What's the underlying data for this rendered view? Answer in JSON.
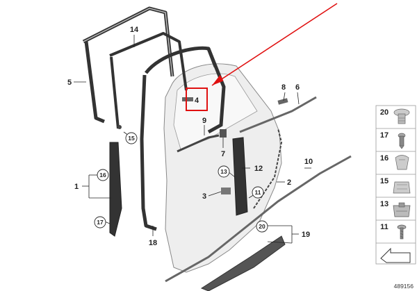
{
  "callouts": {
    "c4": "4",
    "c5": "5",
    "c14": "14",
    "c8": "8",
    "c6": "6",
    "c9": "9",
    "c7": "7",
    "c12": "12",
    "c10": "10",
    "c2": "2",
    "c3": "3",
    "c1": "1",
    "c18": "18",
    "c19": "19"
  },
  "circled": {
    "c15": "15",
    "c16": "16",
    "c13": "13",
    "c11": "11",
    "c17": "17",
    "c20": "20"
  },
  "legend": {
    "items": [
      {
        "number": "20",
        "icon": "plug-clip-icon"
      },
      {
        "number": "17",
        "icon": "expanding-rivet-icon"
      },
      {
        "number": "16",
        "icon": "spreading-nut-icon"
      },
      {
        "number": "15",
        "icon": "clip-nut-icon"
      },
      {
        "number": "13",
        "icon": "bracket-nut-icon"
      },
      {
        "number": "11",
        "icon": "screw-icon"
      }
    ],
    "direction_icon": "direction-arrow-icon"
  },
  "reference_number": "489156",
  "colors": {
    "highlight": "#e01010",
    "line": "#222222",
    "panel": "#efefef"
  }
}
